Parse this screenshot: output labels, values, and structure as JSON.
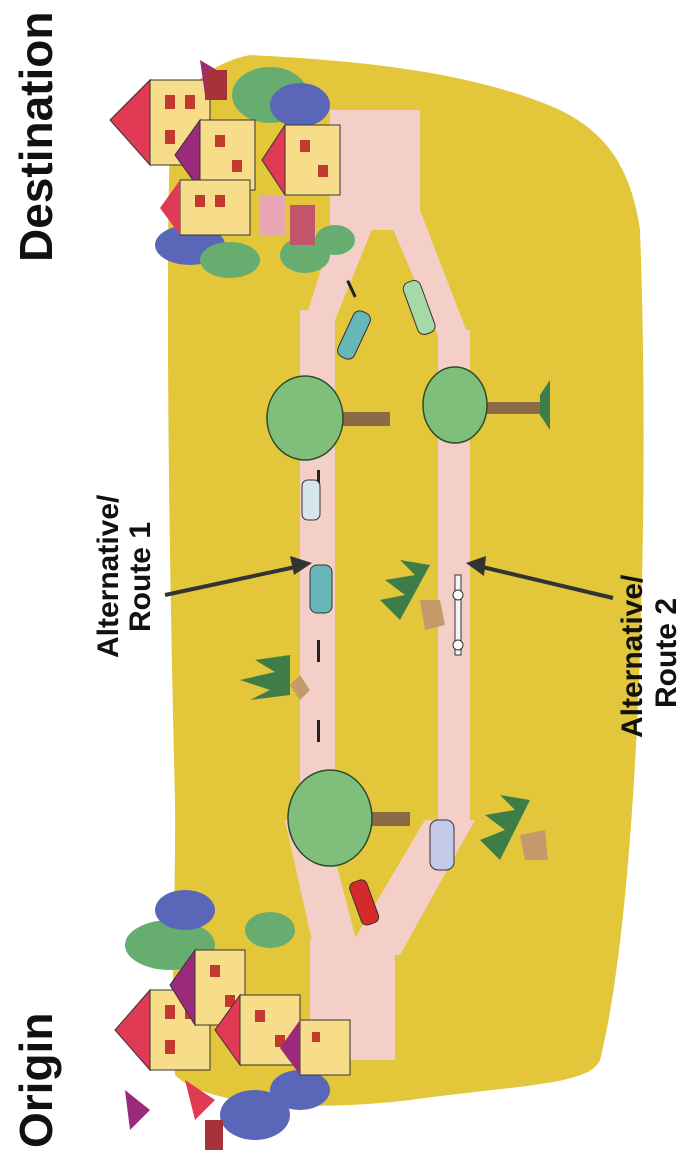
{
  "labels": {
    "origin": "Origin",
    "destination": "Destination",
    "route1_line1": "Alternative/",
    "route1_line2": "Route 1",
    "route2_line1": "Alternative/",
    "route2_line2": "Route 2"
  },
  "colors": {
    "ground": "#e3c63a",
    "road": "#f3cfc7",
    "house_wall": "#f7dc8a",
    "house_roof_red": "#e03a55",
    "house_roof_purple": "#9b2a7a",
    "foliage_blue": "#5a66b8",
    "foliage_green": "#67ad6f",
    "tree_green": "#7fbf7b",
    "trunk": "#8a6b45",
    "arrow": "#333333",
    "text": "#111111",
    "background": "#ffffff"
  }
}
